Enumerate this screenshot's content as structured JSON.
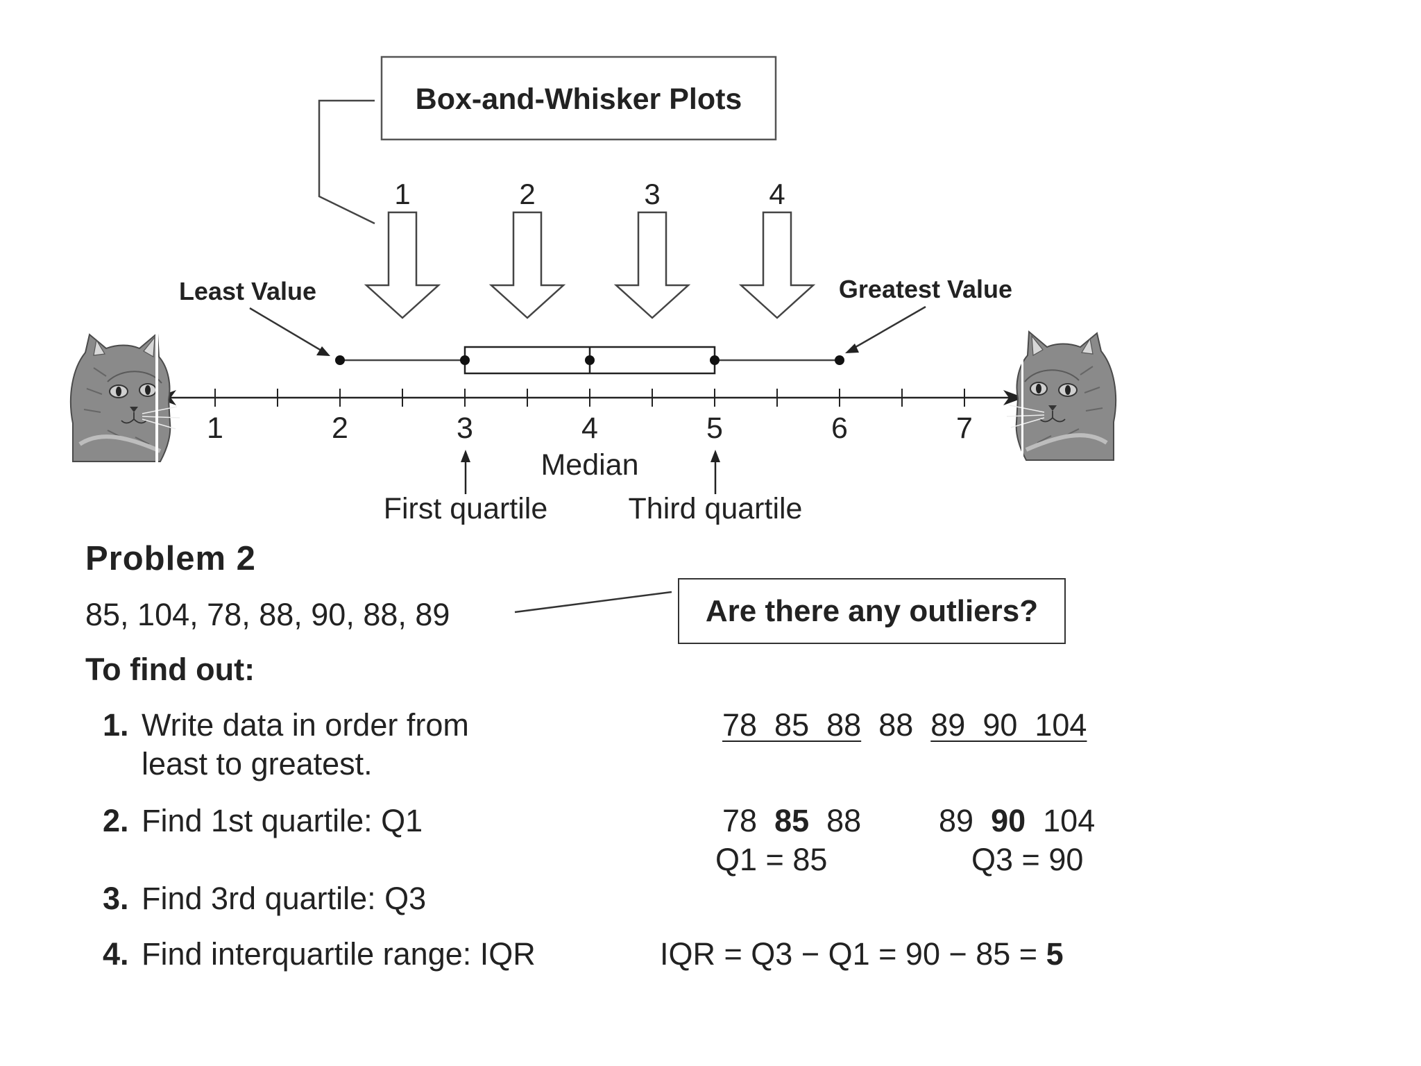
{
  "figure": {
    "title": "Box-and-Whisker Plots",
    "arrow_numbers": [
      "1",
      "2",
      "3",
      "4"
    ],
    "least_value_label": "Least Value",
    "greatest_value_label": "Greatest Value",
    "median_label": "Median",
    "first_quartile_label": "First quartile",
    "third_quartile_label": "Third quartile",
    "icons": [
      "cat-left-icon",
      "cat-right-icon"
    ]
  },
  "chart_data": {
    "type": "boxplot",
    "xlim": [
      0.6,
      7.4
    ],
    "tick_labels": [
      "1",
      "2",
      "3",
      "4",
      "5",
      "6",
      "7"
    ],
    "tick_values": [
      1,
      1.5,
      2,
      2.5,
      3,
      3.5,
      4,
      4.5,
      5,
      5.5,
      6,
      6.5,
      7
    ],
    "min": 2,
    "q1": 3,
    "median": 4,
    "q3": 5,
    "max": 6
  },
  "problem": {
    "heading": "Problem 2",
    "data": "85, 104, 78, 88, 90, 88, 89",
    "question": "Are there any outliers?",
    "subheading": "To find out:",
    "steps": [
      {
        "num": "1.",
        "text": "Write data in order from"
      },
      {
        "num": "",
        "text": "least to greatest."
      },
      {
        "num": "2.",
        "text": "Find 1st quartile: Q1"
      },
      {
        "num": "3.",
        "text": "Find 3rd quartile: Q3"
      },
      {
        "num": "4.",
        "text": "Find interquartile range: IQR"
      }
    ],
    "work": {
      "ordered_lower": "78  85  88",
      "ordered_mid": "88",
      "ordered_upper": "89  90  104",
      "lower_half": [
        "78",
        "85",
        "88"
      ],
      "upper_half": [
        "89",
        "90",
        "104"
      ],
      "q1_eq": "Q1 = 85",
      "q3_eq": "Q3 = 90",
      "iqr_eq": "IQR = Q3 − Q1 = 90 − 85 = ",
      "iqr_value": "5"
    }
  }
}
